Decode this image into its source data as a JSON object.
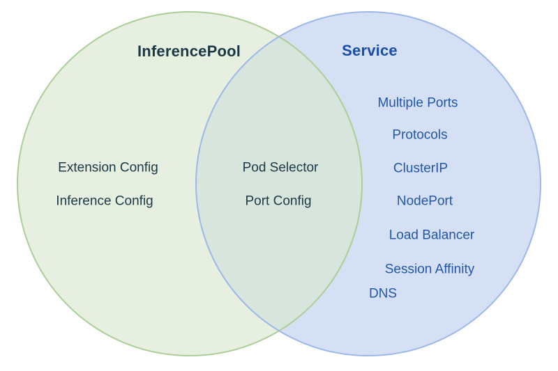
{
  "venn": {
    "left_circle": {
      "title": "InferencePool",
      "items": [
        "Extension Config",
        "Inference Config"
      ],
      "fill": "#e6efe0",
      "stroke": "#abce98",
      "text_color": "#1b3945"
    },
    "overlap": {
      "items": [
        "Pod Selector",
        "Port Config"
      ],
      "fill": "#d8e5dc",
      "text_color": "#1b3945"
    },
    "right_circle": {
      "title": "Service",
      "items": [
        "Multiple Ports",
        "Protocols",
        "ClusterIP",
        "NodePort",
        "Load Balancer",
        "Session Affinity",
        "DNS"
      ],
      "fill": "#d6e0f4",
      "stroke": "#9cb8e8",
      "title_color": "#174ea6",
      "text_color": "#2157a8"
    }
  }
}
